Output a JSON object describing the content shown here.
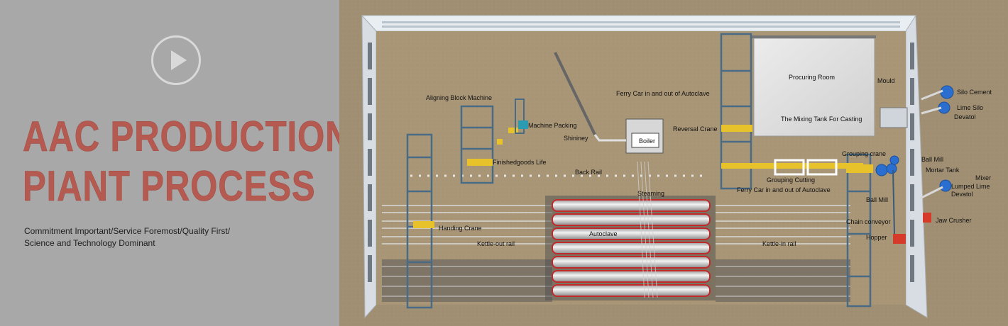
{
  "banner": {
    "title_line1": "AAC  PRODUCTION",
    "title_line2": "PIANT PROCESS",
    "slogan_line1": "Commitment Important/Service Foremost/Quality First/",
    "slogan_line2": "Science and Technology Dominant",
    "play_icon": "play-circle-icon"
  },
  "colors": {
    "title": "#b55a50",
    "panel_bg": "#a8a8a8",
    "floor": "#a89478",
    "crane_yellow": "#e7c22a",
    "silo_blue": "#2a6fd0"
  },
  "plant_labels": {
    "aligning_block_machine": "Aligning Block  Machine",
    "machine_packing": "Machine Packing",
    "shininey": "Shininey",
    "finishedgoods_life": "Finishedgoods  Life",
    "back_rail": "Back Rail",
    "boiler": "Boiler",
    "steaming": "Steaming",
    "handing_crane": "Handing Crane",
    "autoclave": "Autoclave",
    "kettle_out_rail": "Kettle-out rail",
    "kettle_in_rail": "Kettle-in rail",
    "ferry_car_top": "Ferry Car in and out of Autoclave",
    "reversal_crane": "Reversal Crane",
    "procuring_room": "Procuring Room",
    "mould": "Mould",
    "mixing_tank": "The Mixing Tank For Casting",
    "grouping_crane": "Grouping crane",
    "grouping_cutting": "Grouping Cutting",
    "ferry_car_bottom": "Ferry Car in and out of Autoclave",
    "silo_cement": "Silo Cement",
    "lime_silo": "Lime Silo",
    "devatol_top": "Devatol",
    "ball_mill_top": "Ball Mill",
    "mortar_tank": "Mortar Tank",
    "mixer": "Mixer",
    "lumped_lime": "Lumped Lime",
    "devatol_bottom": "Devatol",
    "ball_mill_mid": "Ball Mill",
    "jaw_crusher": "Jaw Crusher",
    "chain_conveyor": "Chain conveyor",
    "hopper": "Hopper"
  }
}
